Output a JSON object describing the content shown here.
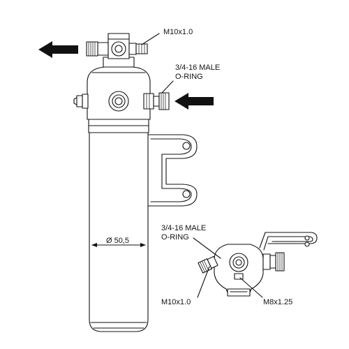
{
  "labels": {
    "top_thread": "M10x1.0",
    "inlet_oring_line1": "3/4-16 MALE",
    "inlet_oring_line2": "O-RING",
    "diameter": "Ø 50,5",
    "detail_oring_line1": "3/4-16 MALE",
    "detail_oring_line2": "O-RING",
    "detail_thread_left": "M10x1.0",
    "detail_thread_right": "M8x1.25"
  },
  "colors": {
    "line": "#111111",
    "background": "#ffffff"
  },
  "icons": [
    "outlet-arrow-icon",
    "inlet-arrow-icon"
  ]
}
